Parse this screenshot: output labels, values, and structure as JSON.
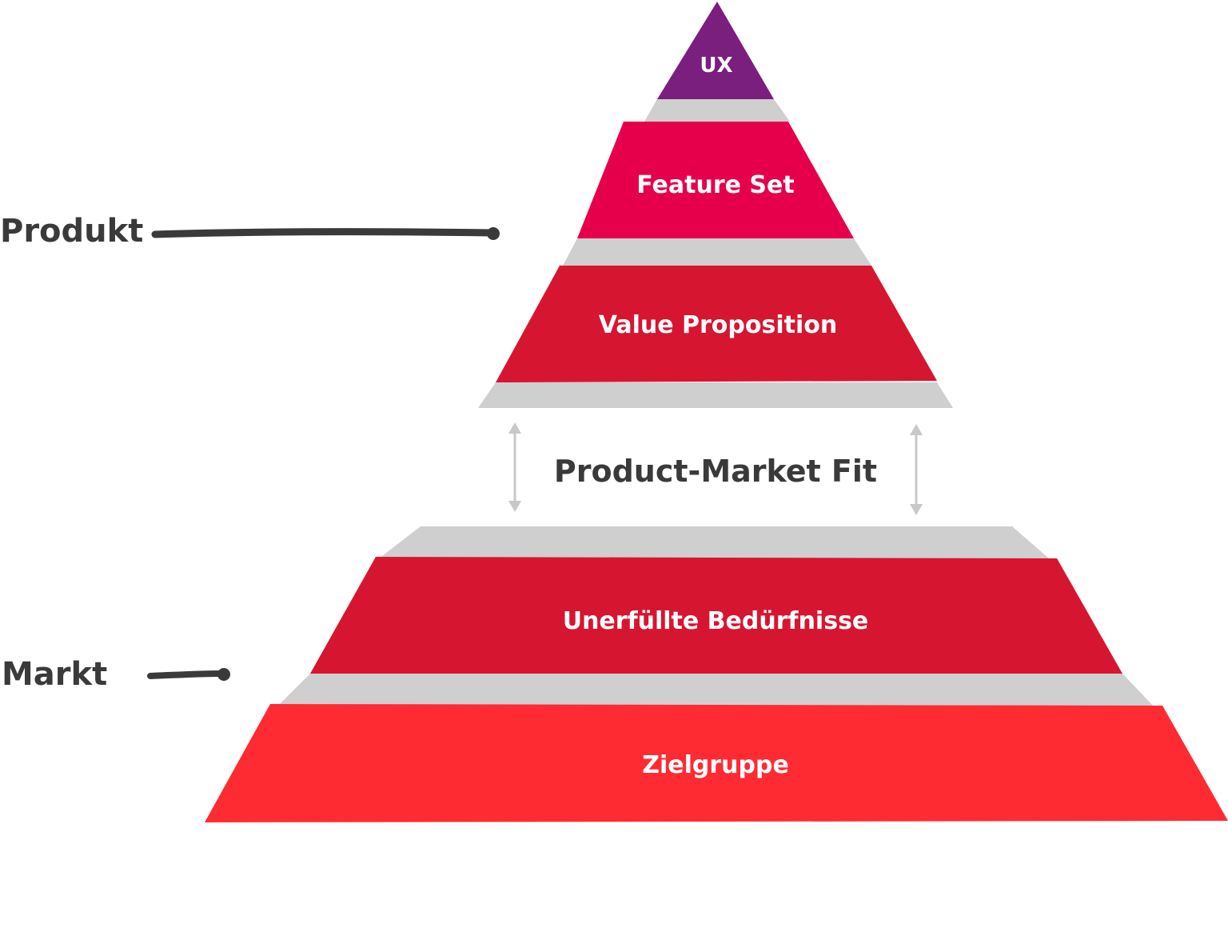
{
  "labels": {
    "produkt": "Produkt",
    "markt": "Markt",
    "fit": "Product-Market Fit"
  },
  "layers": {
    "ux": "UX",
    "feature_set": "Feature Set",
    "value_proposition": "Value Proposition",
    "unmet_needs": "Unerfüllte Bedürfnisse",
    "target_group": "Zielgruppe"
  },
  "colors": {
    "ux": "#7a1f7e",
    "feature_set": "#e6004c",
    "value_proposition": "#d61631",
    "unmet_needs": "#d61631",
    "target_group": "#fe2b33",
    "separator": "#cfcfcf",
    "connector": "#3a3a3a",
    "arrow": "#c8c8c8"
  }
}
